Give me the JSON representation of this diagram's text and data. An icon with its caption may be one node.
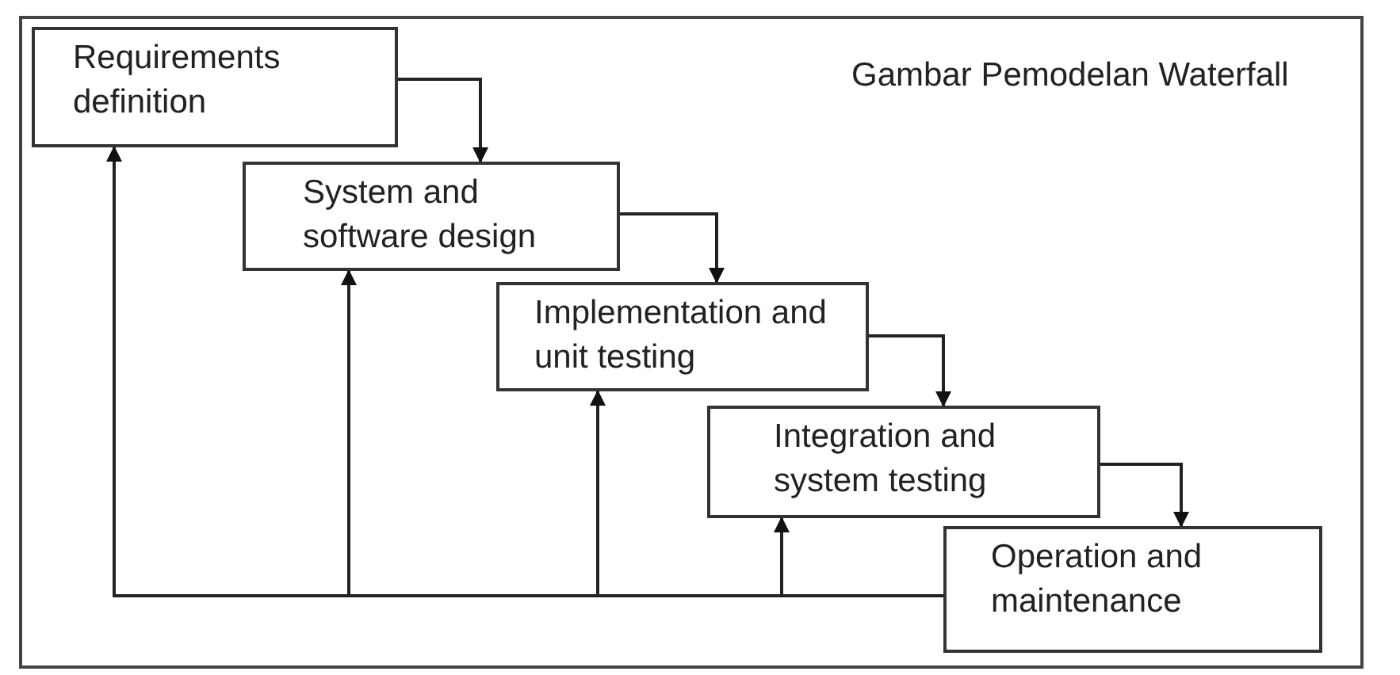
{
  "diagram": {
    "title": "Gambar Pemodelan Waterfall",
    "nodes": [
      {
        "text": [
          "Requirements definition"
        ]
      },
      {
        "text": [
          "System and software design"
        ]
      },
      {
        "text": [
          "Implementation and unit testing"
        ]
      },
      {
        "text": [
          "Integration and system testing"
        ]
      },
      {
        "text": [
          "Operation and maintenance"
        ]
      }
    ],
    "edges": [
      {
        "from": 0,
        "to": 1,
        "arrow": "to"
      },
      {
        "from": 1,
        "to": 2,
        "arrow": "to"
      },
      {
        "from": 2,
        "to": 3,
        "arrow": "to"
      },
      {
        "from": 3,
        "to": 4,
        "arrow": "to"
      },
      {
        "from": 4,
        "to": 0,
        "arrow": "to"
      },
      {
        "from": 4,
        "to": 1,
        "arrow": "to"
      },
      {
        "from": 4,
        "to": 2,
        "arrow": "to"
      },
      {
        "from": 4,
        "to": 3,
        "arrow": "to"
      }
    ]
  }
}
